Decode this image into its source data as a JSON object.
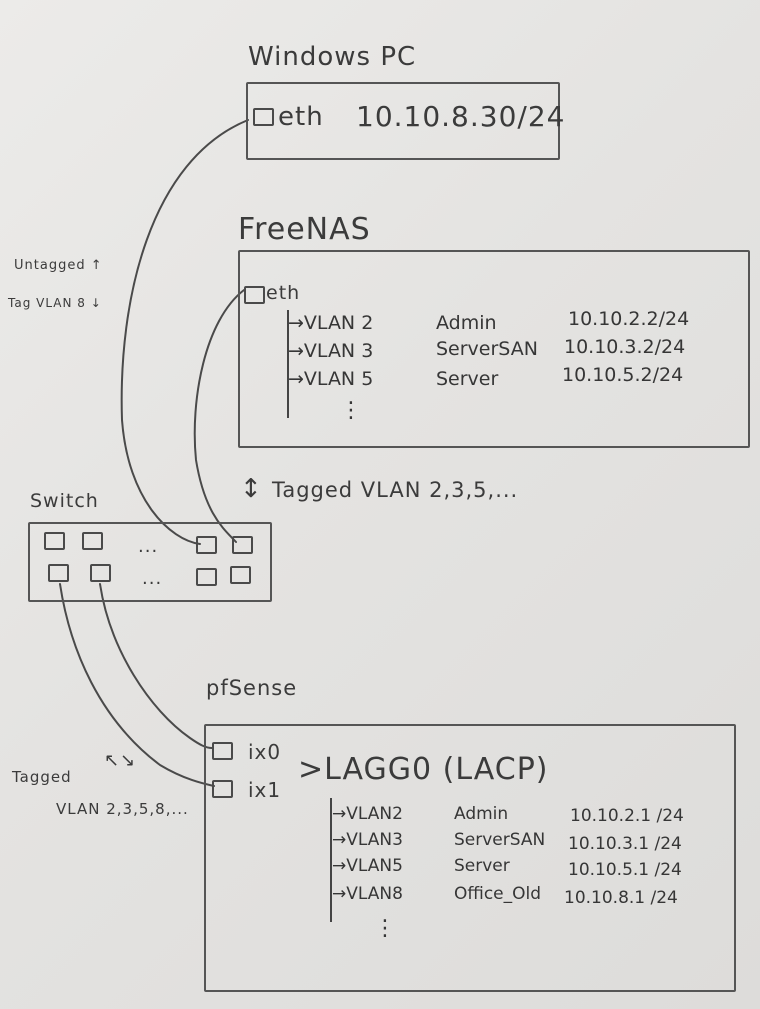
{
  "windows_pc": {
    "title": "Windows PC",
    "iface": "eth",
    "ip": "10.10.8.30/24"
  },
  "freenas": {
    "title": "FreeNAS",
    "iface": "eth",
    "vlans": [
      {
        "label": "→VLAN 2",
        "name": "Admin",
        "ip": "10.10.2.2/24"
      },
      {
        "label": "→VLAN 3",
        "name": "ServerSAN",
        "ip": "10.10.3.2/24"
      },
      {
        "label": "→VLAN 5",
        "name": "Server",
        "ip": "10.10.5.2/24"
      }
    ],
    "more": "⋮"
  },
  "pc_link": {
    "line1": "Untagged ↑",
    "line2": "Tag VLAN 8 ↓"
  },
  "nas_link": {
    "arrow": "↕",
    "text": "Tagged VLAN 2,3,5,..."
  },
  "switch": {
    "title": "Switch",
    "ellipsis_top": "...",
    "ellipsis_bottom": "..."
  },
  "pfsense": {
    "title": "pfSense",
    "ports": [
      "ix0",
      "ix1"
    ],
    "lagg": ">LAGG0 (LACP)",
    "vlans": [
      {
        "label": "→VLAN2",
        "name": "Admin",
        "ip": "10.10.2.1 /24"
      },
      {
        "label": "→VLAN3",
        "name": "ServerSAN",
        "ip": "10.10.3.1 /24"
      },
      {
        "label": "→VLAN5",
        "name": "Server",
        "ip": "10.10.5.1 /24"
      },
      {
        "label": "→VLAN8",
        "name": "Office_Old",
        "ip": "10.10.8.1 /24"
      }
    ],
    "more": "⋮"
  },
  "pf_link": {
    "arrow": "↖↘",
    "line1": "Tagged",
    "line2": "VLAN 2,3,5,8,..."
  }
}
